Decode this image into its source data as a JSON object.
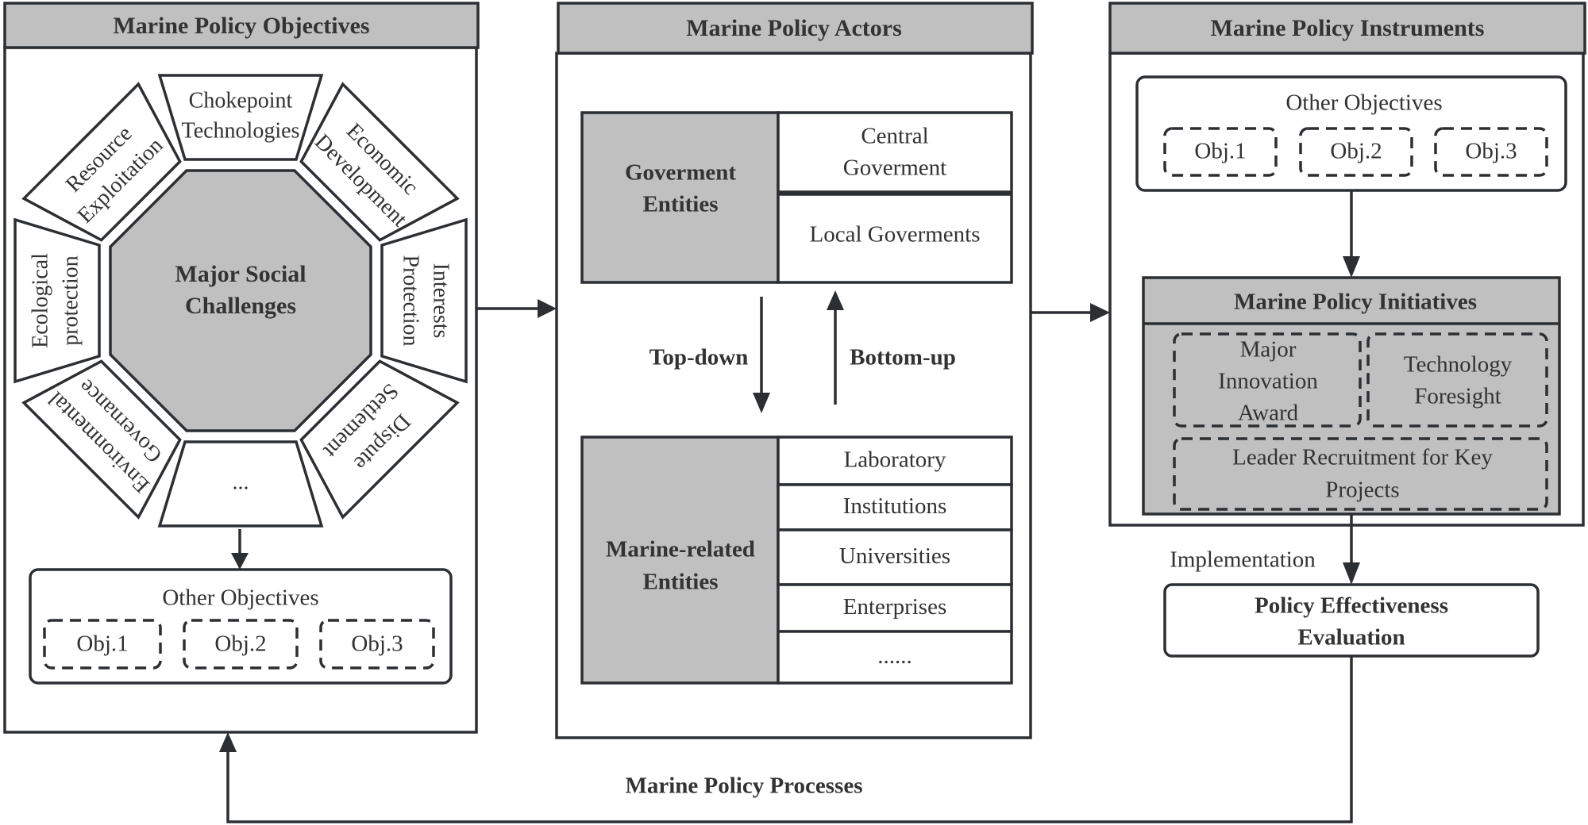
{
  "panels": {
    "objectives": {
      "title": "Marine Policy Objectives",
      "center": [
        "Major Social",
        "Challenges"
      ],
      "segments": [
        {
          "lines": [
            "Chokepoint",
            "Technologies"
          ]
        },
        {
          "lines": [
            "Economic",
            "Development"
          ]
        },
        {
          "lines": [
            "Interests",
            "Protection"
          ]
        },
        {
          "lines": [
            "Dispute",
            "Settlement"
          ]
        },
        {
          "lines": [
            "..."
          ]
        },
        {
          "lines": [
            "Environmental",
            "Governance"
          ]
        },
        {
          "lines": [
            "Ecological",
            "protection"
          ]
        },
        {
          "lines": [
            "Resource",
            "Exploitation"
          ]
        }
      ],
      "other_objectives": {
        "title": "Other Objectives",
        "items": [
          "Obj.1",
          "Obj.2",
          "Obj.3"
        ]
      }
    },
    "actors": {
      "title": "Marine Policy Actors",
      "government": {
        "label": [
          "Goverment",
          "Entities"
        ],
        "rows": [
          [
            "Central",
            "Goverment"
          ],
          [
            "Local Goverments"
          ]
        ]
      },
      "flows": {
        "top_down": "Top-down",
        "bottom_up": "Bottom-up"
      },
      "marine": {
        "label": [
          "Marine-related",
          "Entities"
        ],
        "rows": [
          "Laboratory",
          "Institutions",
          "Universities",
          "Enterprises",
          "......"
        ]
      }
    },
    "instruments": {
      "title": "Marine Policy Instruments",
      "other_objectives": {
        "title": "Other Objectives",
        "items": [
          "Obj.1",
          "Obj.2",
          "Obj.3"
        ]
      },
      "initiatives": {
        "title": "Marine Policy Initiatives",
        "items": [
          [
            "Major",
            "Innovation",
            "Award"
          ],
          [
            "Technology",
            "Foresight"
          ],
          [
            "Leader Recruitment for Key",
            "Projects"
          ]
        ]
      }
    }
  },
  "implementation_label": "Implementation",
  "evaluation": [
    "Policy Effectiveness",
    "Evaluation"
  ],
  "processes_label": "Marine Policy Processes",
  "colors": {
    "line": "#2b2f33",
    "fill_grey": "#c0c0c0",
    "text": "#333333",
    "background": "#ffffff"
  }
}
